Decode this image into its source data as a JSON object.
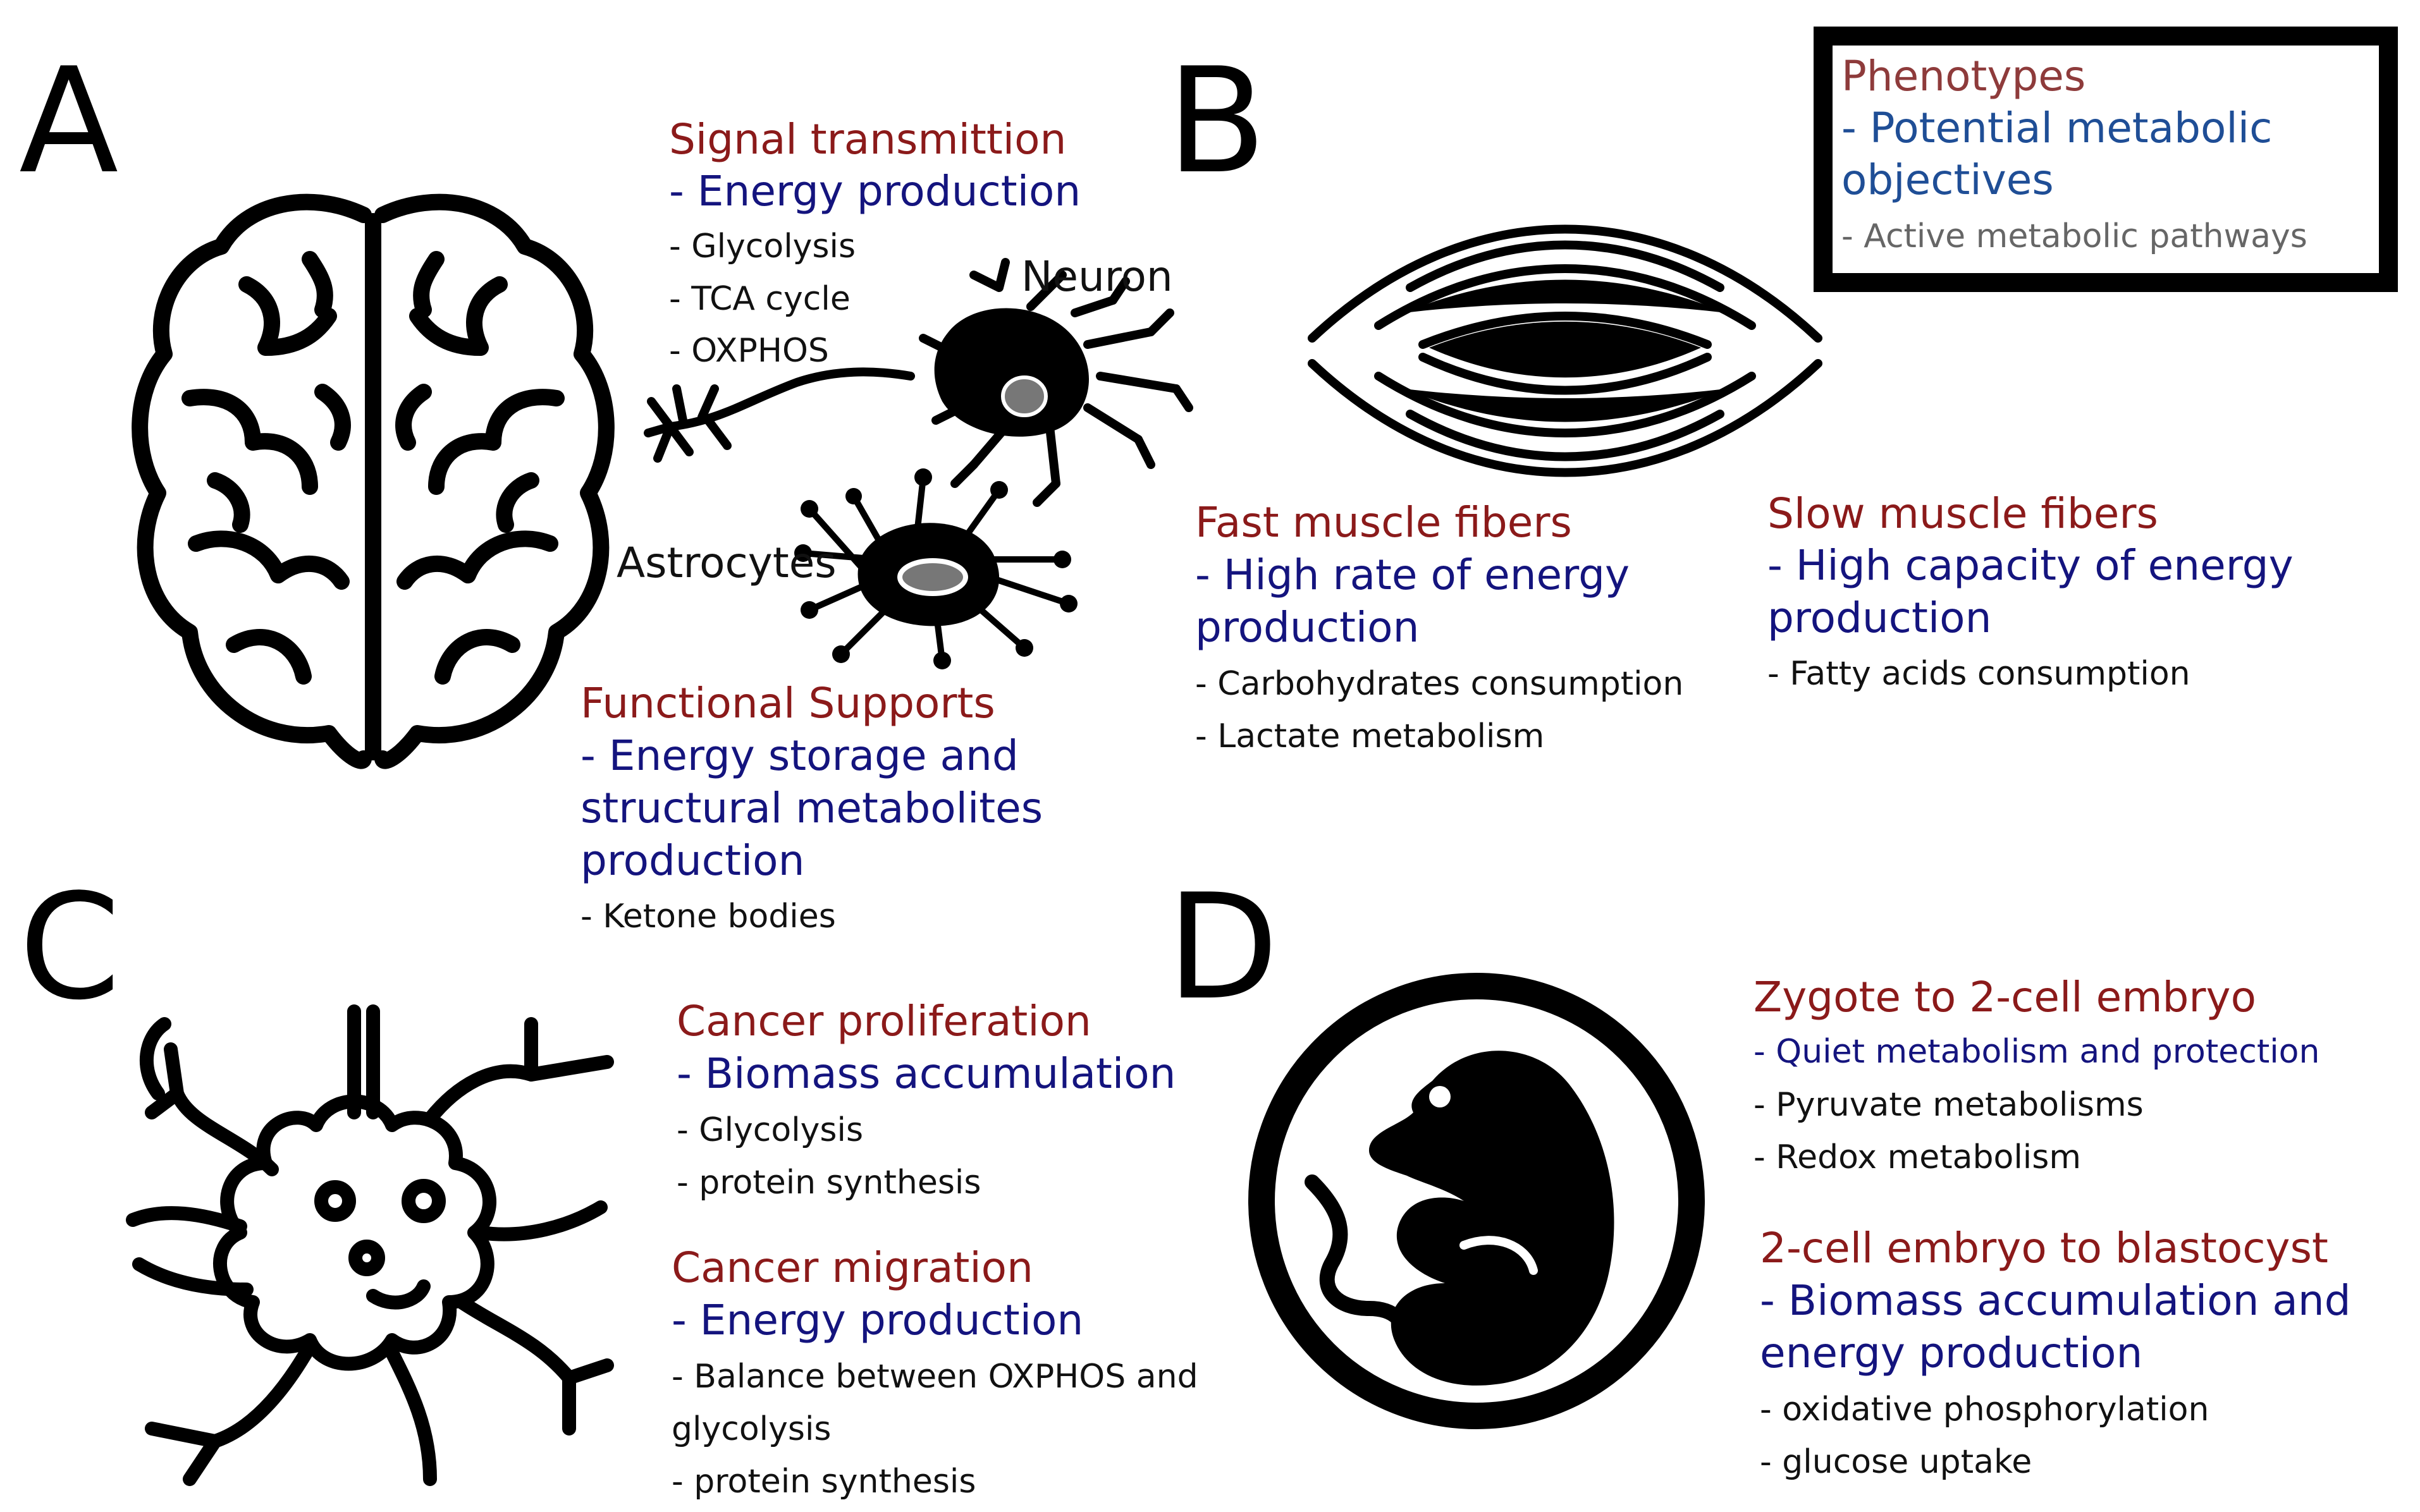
{
  "legend": {
    "phenotypes": "Phenotypes",
    "objectives_line1": "- Potential metabolic",
    "objectives_line2": "objectives",
    "pathways": "- Active metabolic pathways"
  },
  "panel_a": {
    "letter": "A",
    "neuron_label": "Neuron",
    "astrocytes_label": "Astrocytes",
    "signal": {
      "title": "Signal transmittion",
      "objective": "- Energy production",
      "pathways": [
        "- Glycolysis",
        "- TCA cycle",
        "- OXPHOS"
      ]
    },
    "support": {
      "title": "Functional Supports",
      "objective_lines": [
        "- Energy storage and",
        "structural metabolites",
        "production"
      ],
      "pathways": [
        "- Ketone bodies"
      ]
    }
  },
  "panel_b": {
    "letter": "B",
    "fast": {
      "title": "Fast muscle fibers",
      "objective_lines": [
        "- High rate of energy",
        "production"
      ],
      "pathways": [
        "- Carbohydrates consumption",
        "- Lactate metabolism"
      ]
    },
    "slow": {
      "title": "Slow muscle fibers",
      "objective_lines": [
        "- High capacity of energy",
        "production"
      ],
      "pathways": [
        "- Fatty acids consumption"
      ]
    }
  },
  "panel_c": {
    "letter": "C",
    "proliferation": {
      "title": "Cancer proliferation",
      "objective": "- Biomass accumulation",
      "pathways": [
        "- Glycolysis",
        "- protein synthesis"
      ]
    },
    "migration": {
      "title": "Cancer migration",
      "objective": "- Energy production",
      "pathways": [
        "- Balance between OXPHOS and",
        "glycolysis",
        "- protein synthesis"
      ]
    }
  },
  "panel_d": {
    "letter": "D",
    "zygote": {
      "title": "Zygote to 2-cell embryo",
      "objective": "- Quiet metabolism and protection",
      "pathways": [
        "- Pyruvate metabolisms",
        "- Redox metabolism"
      ]
    },
    "blastocyst": {
      "title": "2-cell embryo to blastocyst",
      "objective_lines": [
        "- Biomass accumulation and",
        "energy production"
      ],
      "pathways": [
        "- oxidative phosphorylation",
        "- glucose uptake"
      ]
    }
  },
  "colors": {
    "title_red": "#8b1a1a",
    "objective_blue": "#14147e",
    "pathway_black": "#111111"
  }
}
